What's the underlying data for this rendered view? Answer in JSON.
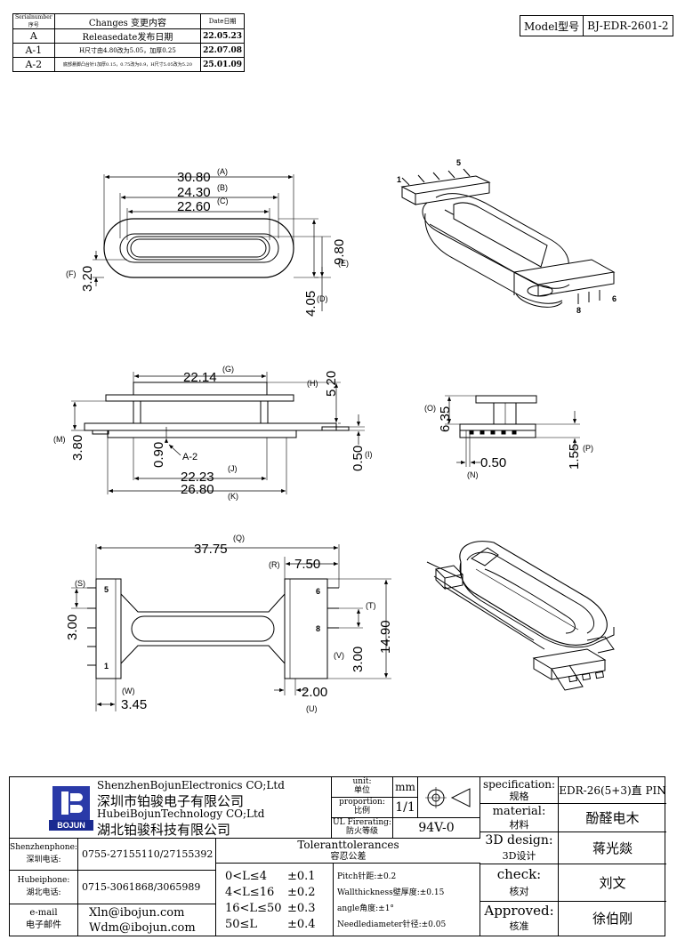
{
  "revision_table": {
    "headers": {
      "serial": "Serialnumber序号",
      "changes": "Changes 变更内容",
      "date": "Date日期"
    },
    "rows": [
      {
        "serial": "A",
        "change": "Releasedate发布日期",
        "date": "22.05.23"
      },
      {
        "serial": "A-1",
        "change": "H尺寸由4.80改为5.05，加厚0.25",
        "date": "22.07.08"
      },
      {
        "serial": "A-2",
        "change": "底部悬脚凸台针1加厚0.15，0.75改为0.9，H尺寸5.05改为5.20",
        "date": "25.01.09"
      }
    ]
  },
  "model": {
    "label": "Model型号",
    "value": "BJ-EDR-2601-2"
  },
  "top_view": {
    "dim_a": "30.80",
    "tag_a": "(A)",
    "dim_b": "24.30",
    "tag_b": "(B)",
    "dim_c": "22.60",
    "tag_c": "(C)",
    "dim_f": "3.20",
    "tag_f": "(F)",
    "dim_e": "9.80",
    "tag_e": "(E)",
    "dim_d": "4.05",
    "tag_d": "(D)"
  },
  "iso_top": {
    "pin1": "1",
    "pin5": "5",
    "pin8": "8",
    "pin6": "6"
  },
  "front_view": {
    "dim_g": "22.14",
    "tag_g": "(G)",
    "dim_h": "5.20",
    "tag_h": "(H)",
    "dim_m": "3.80",
    "tag_m": "(M)",
    "dim_090": "0.90",
    "note_a2": "A-2",
    "dim_i": "0.50",
    "tag_i": "(I)",
    "dim_j": "22.23",
    "tag_j": "(J)",
    "dim_k": "26.80",
    "tag_k": "(K)"
  },
  "side_view": {
    "dim_o": "6.35",
    "tag_o": "(O)",
    "dim_n": "0.50",
    "tag_n": "(N)",
    "dim_p": "1.55",
    "tag_p": "(P)"
  },
  "bottom_view": {
    "dim_q": "37.75",
    "tag_q": "(Q)",
    "dim_r": "7.50",
    "tag_r": "(R)",
    "dim_s": "3.00",
    "tag_s": "(S)",
    "dim_t": "14.90",
    "tag_t": "(T)",
    "dim_v": "3.00",
    "tag_v": "(V)",
    "dim_w": "3.45",
    "tag_w": "(W)",
    "dim_u": "2.00",
    "tag_u": "(U)",
    "pin5": "5",
    "pin1": "1",
    "pin6": "6",
    "pin8": "8"
  },
  "title_block": {
    "company_en1": "ShenzhenBojunElectronics CO;Ltd",
    "company_cn1": "深圳市铂骏电子有限公司",
    "company_en2": "HubeiBojunTechnology CO;Ltd",
    "company_cn2": "湖北铂骏科技有限公司",
    "logo_text": "BOJUN",
    "unit_label_en": "unit:",
    "unit_label_cn": "单位",
    "unit_value": "mm",
    "proportion_label_en": "proportion:",
    "proportion_label_cn": "比例",
    "proportion_value": "1/1",
    "firerating_label_en": "UL Firerating:",
    "firerating_label_cn": "防火等级",
    "firerating_value": "94V-0",
    "spec_label_en": "specification:",
    "spec_label_cn": "规格",
    "spec_value": "EDR-26(5+3)直 PIN",
    "material_label_en": "material:",
    "material_label_cn": "材料",
    "material_value": "酚醛电木",
    "design_label_en": "3D design:",
    "design_label_cn": "3D设计",
    "design_value": "蒋光燚",
    "check_label_en": "check:",
    "check_label_cn": "核对",
    "check_value": "刘文",
    "approved_label_en": "Approved:",
    "approved_label_cn": "核准",
    "approved_value": "徐伯刚",
    "sz_phone_label_en": "Shenzhenphone:",
    "sz_phone_label_cn": "深圳电话:",
    "sz_phone": "0755-27155110/27155392",
    "hb_phone_label_en": "Hubeiphone:",
    "hb_phone_label_cn": "湖北电话:",
    "hb_phone": "0715-3061868/3065989",
    "email_label_en": "e-mail",
    "email_label_cn": "电子邮件",
    "email1": "Xln@ibojun.com",
    "email2": "Wdm@ibojun.com",
    "tol_title_en": "Toleranttolerances",
    "tol_title_cn": "容忍公差",
    "tol_rows": [
      {
        "range": "0<L≤4",
        "value": "±0.1"
      },
      {
        "range": "4<L≤16",
        "value": "±0.2"
      },
      {
        "range": "16<L≤50",
        "value": "±0.3"
      },
      {
        "range": "50≤L",
        "value": "±0.4"
      }
    ],
    "pitch": "Pitch针距:±0.2",
    "wall": "Wallthickness壁厚度:±0.15",
    "angle": "angle角度:±1°",
    "needle": "Needlediameter针径:±0.05"
  }
}
